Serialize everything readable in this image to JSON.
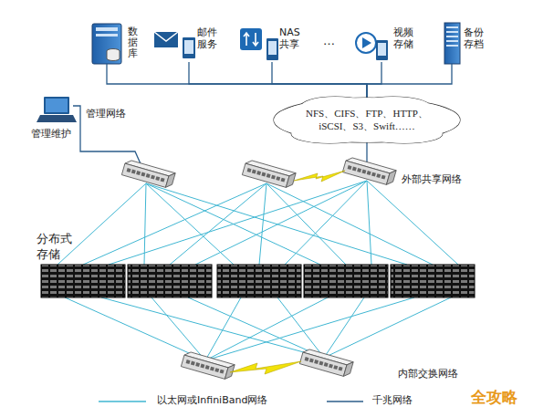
{
  "diagram": {
    "nodes": [
      {
        "text": [
          "数据库"
        ]
      },
      {
        "text": [
          "邮件服务"
        ]
      },
      {
        "text": [
          "NAS共享"
        ]
      },
      {
        "text": [
          "视频存储"
        ]
      },
      {
        "text": [
          "备份存档"
        ]
      },
      {
        "text": [
          "NFS、CIFS、FTP、HTTP、 iSCSI、S3、Swift……"
        ]
      }
    ],
    "edges": [
      {
        "from": 0,
        "to": 5,
        "arrow": "none"
      },
      {
        "from": 1,
        "to": 5,
        "arrow": "none"
      },
      {
        "from": 2,
        "to": 5,
        "arrow": "none"
      },
      {
        "from": 3,
        "to": 5,
        "arrow": "none"
      },
      {
        "from": 4,
        "to": 5,
        "arrow": "none"
      }
    ],
    "labels": [
      "…",
      "管理网络",
      "管理维护",
      "外部共享网络",
      "分布式存储",
      "内部交换网络",
      "全攻略"
    ],
    "legend": [
      {
        "text": "以太网或InfiniBand网络"
      },
      {
        "text": "千兆网络"
      }
    ]
  }
}
